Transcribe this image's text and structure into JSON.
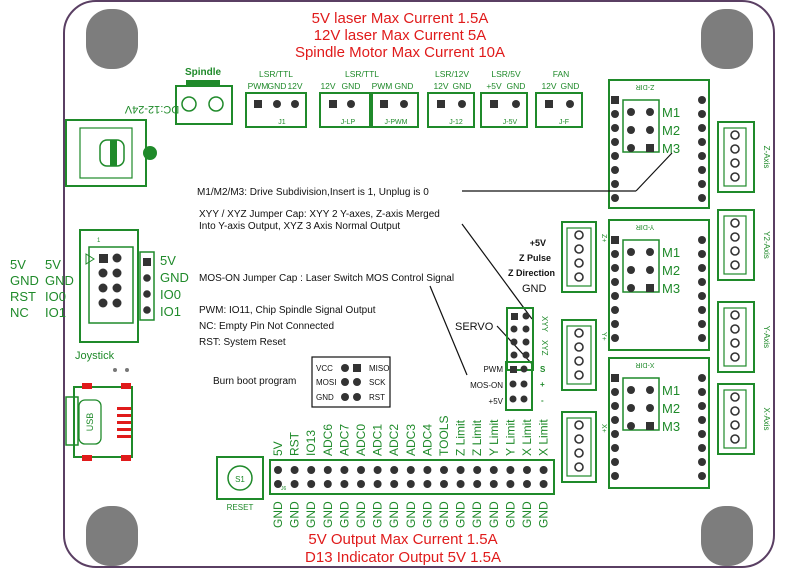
{
  "top_notes": {
    "line1": "5V laser Max Current 1.5A",
    "line2": "12V laser Max Current 5A",
    "line3": "Spindle Motor Max Current 10A"
  },
  "bottom_notes": {
    "line1": "5V Output Max Current 1.5A",
    "line2": "D13 Indicator Output 5V 1.5A"
  },
  "spindle_label": "Spindle",
  "dc_label": "DC:12-24V",
  "laser_headers": [
    {
      "title": "LSR/TTL",
      "pins": [
        "PWM",
        "GND",
        "12V"
      ],
      "code": "J1"
    },
    {
      "title": "LSR/TTL",
      "pins": [
        "12V",
        "GND",
        "PWM",
        "GND"
      ],
      "code": "J-LP"
    },
    {
      "title": "LSR/12V",
      "pins": [
        "12V",
        "GND"
      ],
      "code": "J-12"
    },
    {
      "title": "LSR/5V",
      "pins": [
        "+5V",
        "GND"
      ],
      "code": "J-5V"
    },
    {
      "title": "FAN",
      "pins": [
        "12V",
        "GND"
      ],
      "code": "J-F"
    }
  ],
  "pwm_code": "J-PWM",
  "notes": {
    "drive": "M1/M2/M3: Drive Subdivision,Insert is 1, Unplug is 0",
    "xyy1": "XYY / XYZ Jumper Cap: XYY 2 Y-axes, Z-axis Merged",
    "xyy2": "Into Y-axis Output, XYZ 3 Axis Normal Output",
    "mos": "MOS-ON Jumper Cap : Laser Switch MOS Control Signal",
    "pwm": "PWM: IO11, Chip Spindle Signal Output",
    "nc": "NC: Empty Pin Not Connected",
    "rst": "RST: System Reset",
    "burn": "Burn boot program"
  },
  "joystick": {
    "label": "Joystick",
    "left_col1": [
      "5V",
      "GND",
      "RST",
      "NC"
    ],
    "left_col2": [
      "5V",
      "GND",
      "IO0",
      "IO1"
    ],
    "right": [
      "5V",
      "GND",
      "IO0",
      "IO1"
    ],
    "pin1": "1"
  },
  "usb_label": "USB",
  "icsp": {
    "left": [
      "VCC",
      "MOSI",
      "GND"
    ],
    "right": [
      "MISO",
      "SCK",
      "RST"
    ]
  },
  "servo": {
    "label": "SERVO",
    "left_labels": [
      "PWM",
      "MOS-ON",
      "+5V"
    ],
    "side": [
      "S",
      "+",
      "-"
    ],
    "xyy": "XYY",
    "xyz": "XYZ"
  },
  "signal_labels": [
    "+5V",
    "Z Pulse",
    "Z Direction",
    "GND"
  ],
  "drivers": [
    {
      "code": "Z-DIR",
      "m": [
        "M1",
        "M2",
        "M3"
      ]
    },
    {
      "code": "Y-DIR",
      "m": [
        "M1",
        "M2",
        "M3"
      ]
    },
    {
      "code": "X-DIR",
      "m": [
        "M1",
        "M2",
        "M3"
      ]
    }
  ],
  "axis_labels": [
    "Z-Axis",
    "Y2-Axis",
    "Y-Axis",
    "X-Axis"
  ],
  "jumper_marks": [
    "Z+",
    "Y+",
    "X+"
  ],
  "header_top": [
    "5V",
    "RST",
    "IO13",
    "ADC6",
    "ADC7",
    "ADC0",
    "ADC1",
    "ADC2",
    "ADC3",
    "ADC4",
    "TOOLS",
    "Z Limit",
    "Z Limit",
    "Y Limit",
    "Y Limit",
    "X Limit",
    "X Limit"
  ],
  "header_bottom": [
    "GND",
    "GND",
    "GND",
    "GND",
    "GND",
    "GND",
    "GND",
    "GND",
    "GND",
    "GND",
    "GND",
    "GND",
    "GND",
    "GND",
    "GND",
    "GND",
    "GND"
  ],
  "header_code": "J6",
  "reset": {
    "label": "RESET",
    "code": "S1"
  },
  "colors": {
    "green": "#1f8a2a",
    "red": "#e01b1b",
    "board": "#ffffff",
    "hole": "#7d7d7d",
    "edge": "#5a3f63"
  }
}
